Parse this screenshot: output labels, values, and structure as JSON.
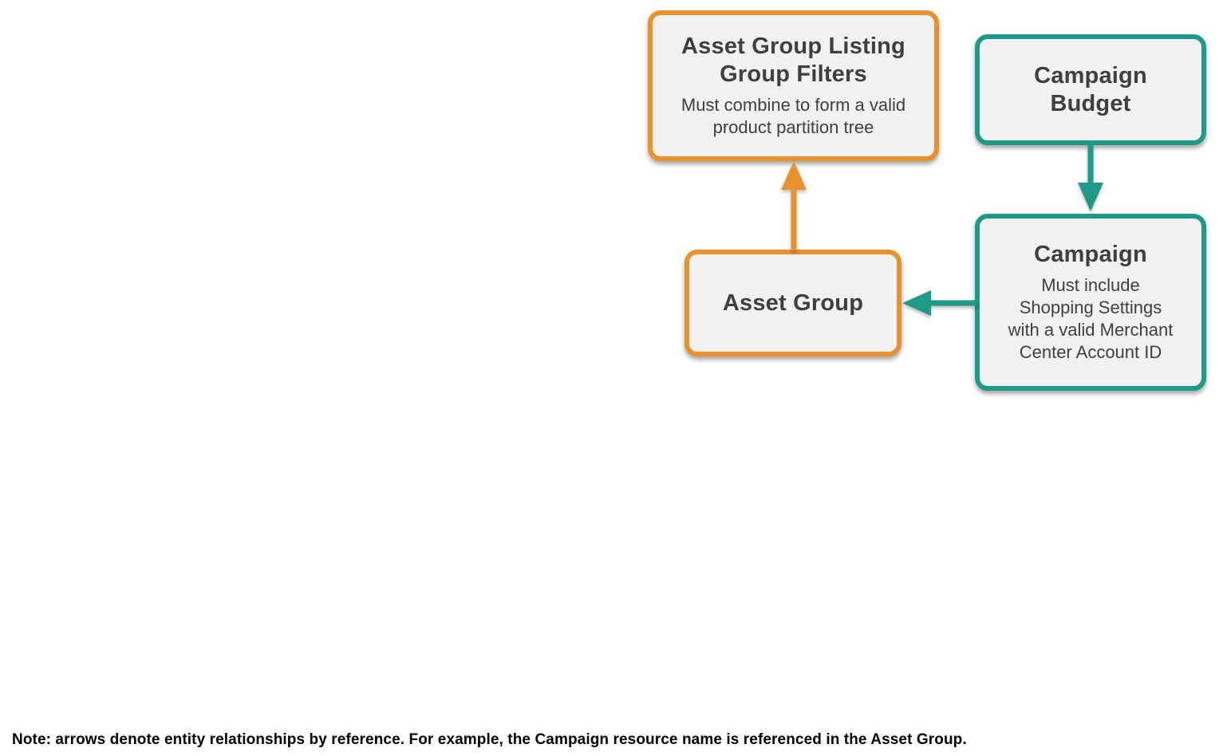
{
  "colors": {
    "orange": "#E8912D",
    "teal": "#1F9988",
    "box_fill": "#F1F1F2",
    "title_text": "#3C4043",
    "subtitle_text": "#3C4043",
    "note_text": "#000000"
  },
  "diagram": {
    "nodes": {
      "listing_group_filters": {
        "title_lines": [
          "Asset Group Listing",
          "Group Filters"
        ],
        "subtitle_lines": [
          "Must combine to form a valid",
          "product partition tree"
        ],
        "accent": "orange"
      },
      "campaign_budget": {
        "title_lines": [
          "Campaign",
          "Budget"
        ],
        "accent": "teal"
      },
      "campaign": {
        "title": "Campaign",
        "subtitle_lines": [
          "Must include",
          "Shopping Settings",
          "with a valid Merchant",
          "Center Account ID"
        ],
        "accent": "teal"
      },
      "asset_group": {
        "title": "Asset Group",
        "accent": "orange"
      }
    },
    "edges": [
      {
        "name": "asset-group-to-listing-group-filters",
        "from": "asset_group",
        "to": "listing_group_filters",
        "color": "#E8912D",
        "direction": "up"
      },
      {
        "name": "campaign-budget-to-campaign",
        "from": "campaign_budget",
        "to": "campaign",
        "color": "#1F9988",
        "direction": "down"
      },
      {
        "name": "campaign-to-asset-group",
        "from": "campaign",
        "to": "asset_group",
        "color": "#1F9988",
        "direction": "left"
      }
    ]
  },
  "note": "Note: arrows denote entity relationships by reference. For example, the Campaign resource name is referenced in the Asset Group."
}
